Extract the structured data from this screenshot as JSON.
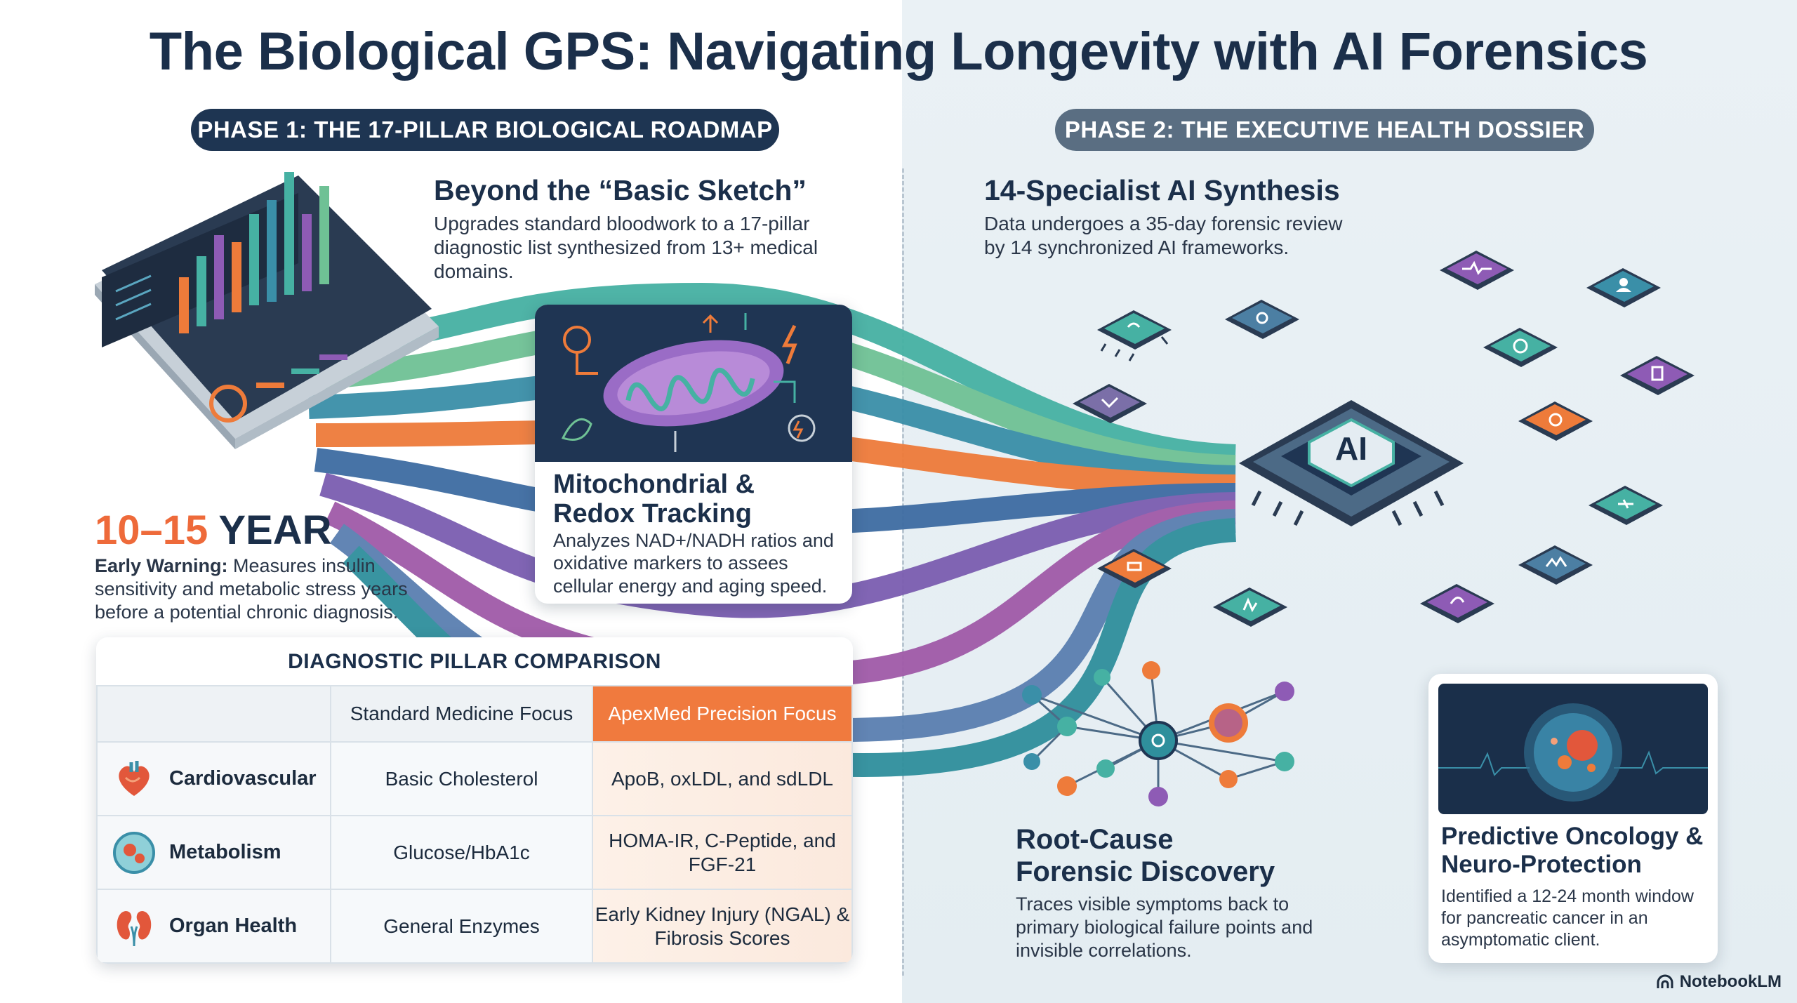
{
  "title": "The Biological GPS: Navigating Longevity with AI Forensics",
  "phase1": {
    "label": "PHASE 1: THE 17-PILLAR BIOLOGICAL ROADMAP",
    "beyond": {
      "heading": "Beyond the “Basic Sketch”",
      "body": "Upgrades standard bloodwork to a 17-pillar diagnostic list synthesized from 13+ medical domains."
    },
    "year": {
      "number": "10–15",
      "word": "YEAR",
      "lead": "Early Warning:",
      "body": "Measures insulin sensitivity and metabolic stress years before a potential chronic diagnosis."
    },
    "mito": {
      "title": "Mitochondrial & Redox Tracking",
      "body": "Analyzes NAD+/NADH ratios and oxidative markers to assees cellular energy and aging speed."
    },
    "table": {
      "title": "DIAGNOSTIC PILLAR COMPARISON",
      "col_standard": "Standard Medicine Focus",
      "col_apex": "ApexMed Precision Focus",
      "rows": [
        {
          "category": "Cardiovascular",
          "standard": "Basic Cholesterol",
          "apex": "ApoB, oxLDL, and sdLDL",
          "icon": "heart-icon"
        },
        {
          "category": "Metabolism",
          "standard": "Glucose/HbA1c",
          "apex": "HOMA-IR, C-Peptide, and FGF-21",
          "icon": "cell-icon"
        },
        {
          "category": "Organ Health",
          "standard": "General Enzymes",
          "apex": "Early Kidney Injury (NGAL) & Fibrosis Scores",
          "icon": "kidney-icon"
        }
      ]
    }
  },
  "phase2": {
    "label": "PHASE 2: THE EXECUTIVE HEALTH DOSSIER",
    "synthesis": {
      "heading": "14-Specialist AI Synthesis",
      "body": "Data undergoes a 35-day forensic review by 14 synchronized AI frameworks."
    },
    "ai_chip_label": "AI",
    "root_cause": {
      "title": "Root-Cause Forensic Discovery",
      "body": "Traces visible symptoms back to primary biological failure points and invisible correlations."
    },
    "oncology": {
      "title": "Predictive Oncology & Neuro-Protection",
      "body": "Identified a 12-24 month window for pancreatic cancer in an asymptomatic client."
    }
  },
  "brand": "NotebookLM",
  "colors": {
    "navy": "#1b2f4a",
    "orange": "#ee6a3a",
    "teal": "#3aa59b",
    "purple": "#8e5bb5",
    "slate": "#5a6e82"
  }
}
